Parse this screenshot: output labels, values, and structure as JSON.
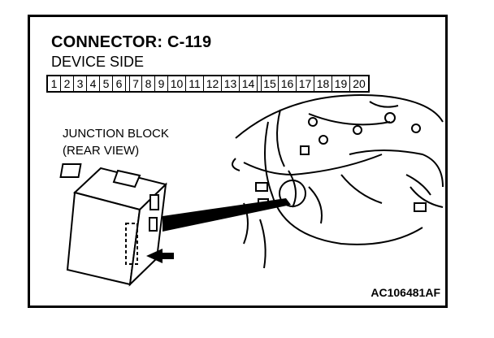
{
  "diagram": {
    "title": "CONNECTOR: C-119",
    "subtitle": "DEVICE SIDE",
    "pins": [
      "1",
      "2",
      "3",
      "4",
      "5",
      "6",
      "7",
      "8",
      "9",
      "10",
      "11",
      "12",
      "13",
      "14",
      "15",
      "16",
      "17",
      "18",
      "19",
      "20"
    ],
    "component_label_line1": "JUNCTION BLOCK",
    "component_label_line2": "(REAR VIEW)",
    "figure_code": "AC106481AF"
  }
}
